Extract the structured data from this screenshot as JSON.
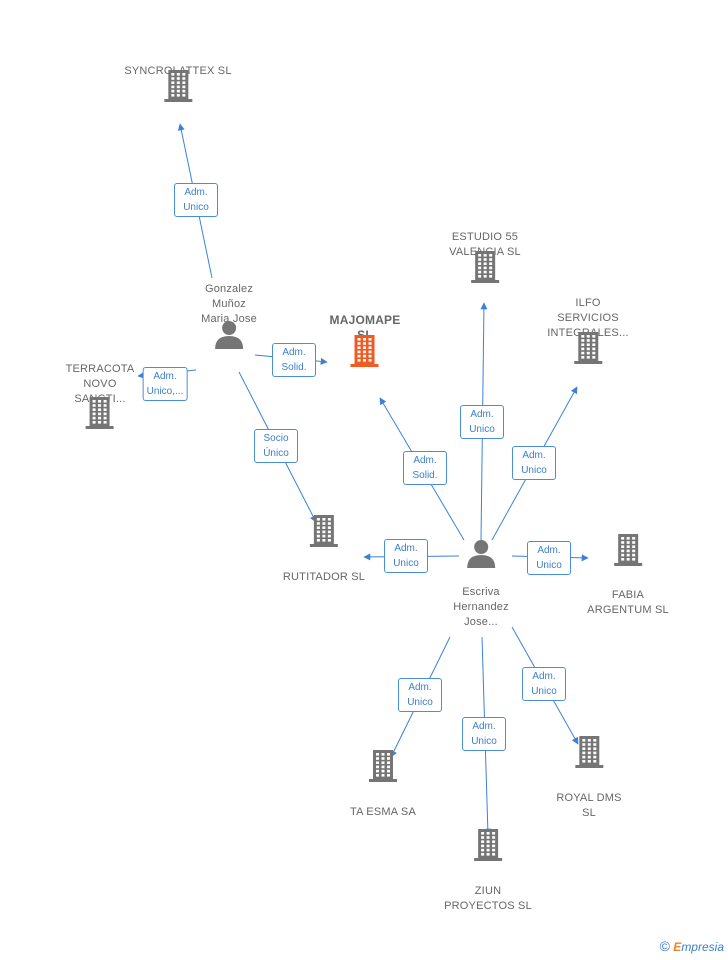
{
  "colors": {
    "edge": "#3b82d6",
    "building": "#757575",
    "focus": "#f05a23",
    "person": "#757575"
  },
  "nodes": [
    {
      "id": "syncrolattex",
      "type": "company",
      "label": "SYNCROLATTEX SL"
    },
    {
      "id": "gonzalez",
      "type": "person",
      "label": "Gonzalez\nMuñoz\nMaria Jose"
    },
    {
      "id": "majomape",
      "type": "focus",
      "label": "MAJOMAPE\nSL"
    },
    {
      "id": "estudio55",
      "type": "company",
      "label": "ESTUDIO 55\nVALENCIA  SL"
    },
    {
      "id": "ilfo",
      "type": "company",
      "label": "ILFO\nSERVICIOS\nINTEGRALES..."
    },
    {
      "id": "terracota",
      "type": "company",
      "label": "TERRACOTA\nNOVO\nSANCTI..."
    },
    {
      "id": "rutitador",
      "type": "company",
      "label": "RUTITADOR SL"
    },
    {
      "id": "escriva",
      "type": "person",
      "label": "Escriva\nHernandez\nJose..."
    },
    {
      "id": "fabia",
      "type": "company",
      "label": "FABIA\nARGENTUM SL"
    },
    {
      "id": "taesma",
      "type": "company",
      "label": "TA ESMA SA"
    },
    {
      "id": "royaldms",
      "type": "company",
      "label": "ROYAL DMS\nSL"
    },
    {
      "id": "ziun",
      "type": "company",
      "label": "ZIUN\nPROYECTOS SL"
    }
  ],
  "relations": [
    {
      "from": "gonzalez",
      "to": "syncrolattex",
      "label": "Adm.\nUnico"
    },
    {
      "from": "gonzalez",
      "to": "majomape",
      "label": "Adm.\nSolid."
    },
    {
      "from": "gonzalez",
      "to": "terracota",
      "label": "Adm.\nUnico,..."
    },
    {
      "from": "gonzalez",
      "to": "rutitador",
      "label": "Socio\nÚnico"
    },
    {
      "from": "escriva",
      "to": "majomape",
      "label": "Adm.\nSolid."
    },
    {
      "from": "escriva",
      "to": "estudio55",
      "label": "Adm.\nUnico"
    },
    {
      "from": "escriva",
      "to": "ilfo",
      "label": "Adm.\nUnico"
    },
    {
      "from": "escriva",
      "to": "rutitador",
      "label": "Adm.\nUnico"
    },
    {
      "from": "escriva",
      "to": "fabia",
      "label": "Adm.\nUnico"
    },
    {
      "from": "escriva",
      "to": "taesma",
      "label": "Adm.\nUnico"
    },
    {
      "from": "escriva",
      "to": "ziun",
      "label": "Adm.\nUnico"
    },
    {
      "from": "escriva",
      "to": "royaldms",
      "label": "Adm.\nUnico"
    }
  ],
  "footer": {
    "copyright": "©",
    "brand_e": "E",
    "brand_rest": "mpresia"
  }
}
